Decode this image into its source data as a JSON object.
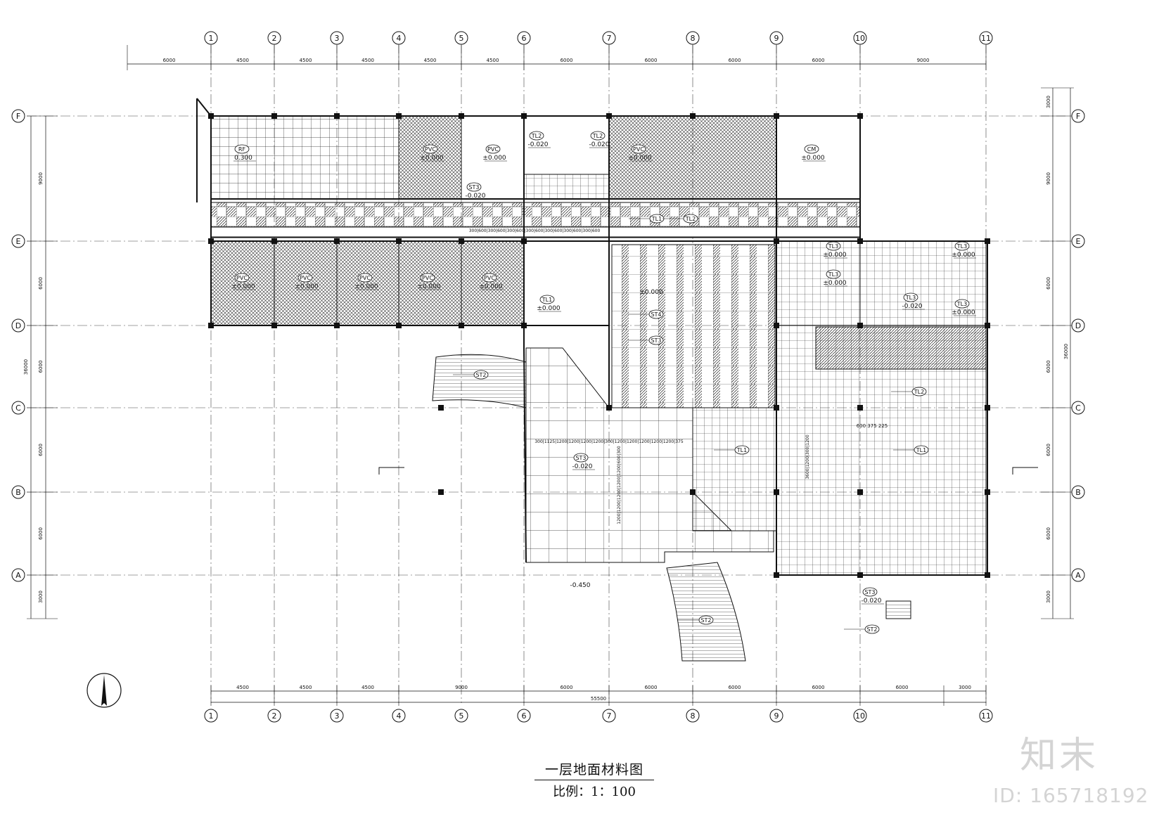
{
  "drawing": {
    "title": "一层地面材料图",
    "scale": "比例：1：100"
  },
  "watermark": {
    "logo": "知末",
    "id": "ID: 165718192"
  },
  "grid": {
    "columns": [
      "1",
      "2",
      "3",
      "4",
      "5",
      "6",
      "7",
      "8",
      "9",
      "10",
      "11"
    ],
    "rows": [
      "F",
      "E",
      "D",
      "C",
      "B",
      "A"
    ]
  },
  "dimensions": {
    "top": [
      "6000",
      "4500",
      "4500",
      "4500",
      "4500",
      "4500",
      "6000",
      "6000",
      "6000",
      "6000",
      "9000"
    ],
    "bottom": [
      "4500",
      "4500",
      "4500",
      "9000",
      "6000",
      "6000",
      "6000",
      "6000",
      "6000",
      "3000"
    ],
    "bottom_total": "55500",
    "left": [
      "9000",
      "6000",
      "6000",
      "6000",
      "6000",
      "3000"
    ],
    "left_total": "36000",
    "right": [
      "3000",
      "9000",
      "6000",
      "6000",
      "6000",
      "6000",
      "3000"
    ],
    "right_total": "36000"
  },
  "material_tags": [
    {
      "code": "RF",
      "level": "0.300"
    },
    {
      "code": "PVC",
      "level": "±0.000"
    },
    {
      "code": "PVC",
      "level": "±0.000"
    },
    {
      "code": "TL2",
      "level": "-0.020"
    },
    {
      "code": "TL2",
      "level": "-0.020"
    },
    {
      "code": "PVC",
      "level": "±0.000"
    },
    {
      "code": "CM",
      "level": "±0.000"
    },
    {
      "code": "ST3",
      "level": "-0.020"
    },
    {
      "code": "PVC",
      "level": "±0.000"
    },
    {
      "code": "PVC",
      "level": "±0.000"
    },
    {
      "code": "PVC",
      "level": "±0.000"
    },
    {
      "code": "PVC",
      "level": "±0.000"
    },
    {
      "code": "PVC",
      "level": "±0.000"
    },
    {
      "code": "TL1",
      "level": "±0.000"
    },
    {
      "code": "TL3",
      "level": "±0.000"
    },
    {
      "code": "TL3",
      "level": "±0.000"
    },
    {
      "code": "TL3",
      "level": "-0.020"
    },
    {
      "code": "TL3",
      "level": "±0.000"
    },
    {
      "code": "TL3",
      "level": "±0.000"
    },
    {
      "code": "ST3",
      "level": "-0.020"
    },
    {
      "code": "ST3",
      "level": "-0.020"
    }
  ],
  "callouts": [
    "TL1",
    "TL2",
    "ST4",
    "ST3",
    "ST2",
    "TL1",
    "TL1",
    "TL2",
    "ST2",
    "ST2"
  ],
  "levels": [
    "±0.000",
    "-0.450"
  ],
  "tile_dims": {
    "corridor": "300|600|300|600|300|600|300|600|300|600|300|600|300|600",
    "lobby_row": "300|1125|1200|1200|1200|1200|300|1200|1200|1200|1200|1200|375",
    "lobby_col": "1200|1200|1200|1200|1200|600|300",
    "hall_col": "3600|1200|300|1200",
    "hall_row": "600 375 225"
  }
}
